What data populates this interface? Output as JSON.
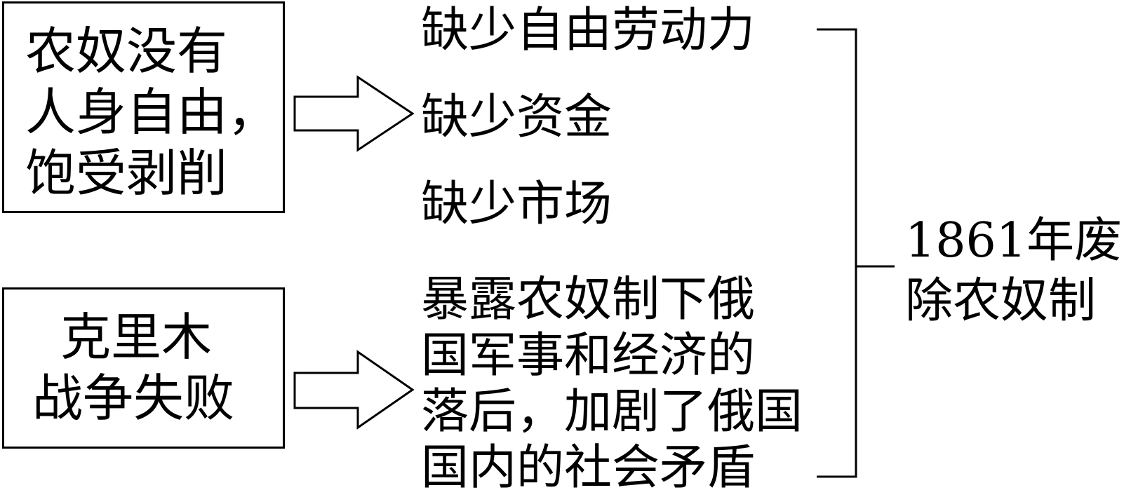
{
  "left_boxes": [
    {
      "lines": [
        "农奴没有",
        "人身自由，",
        "饱受剥削"
      ]
    },
    {
      "lines": [
        "克里木",
        "战争失败"
      ]
    }
  ],
  "middle_items": [
    {
      "lines": [
        "缺少自由劳动力"
      ]
    },
    {
      "lines": [
        "缺少资金"
      ]
    },
    {
      "lines": [
        "缺少市场"
      ]
    },
    {
      "lines": [
        "暴露农奴制下俄",
        "国军事和经济的",
        "落后，加剧了俄国",
        "国内的社会矛盾"
      ]
    }
  ],
  "result": {
    "lines": [
      "1861年废",
      "除农奴制"
    ]
  },
  "colors": {
    "line": "#000000",
    "background": "#ffffff"
  }
}
